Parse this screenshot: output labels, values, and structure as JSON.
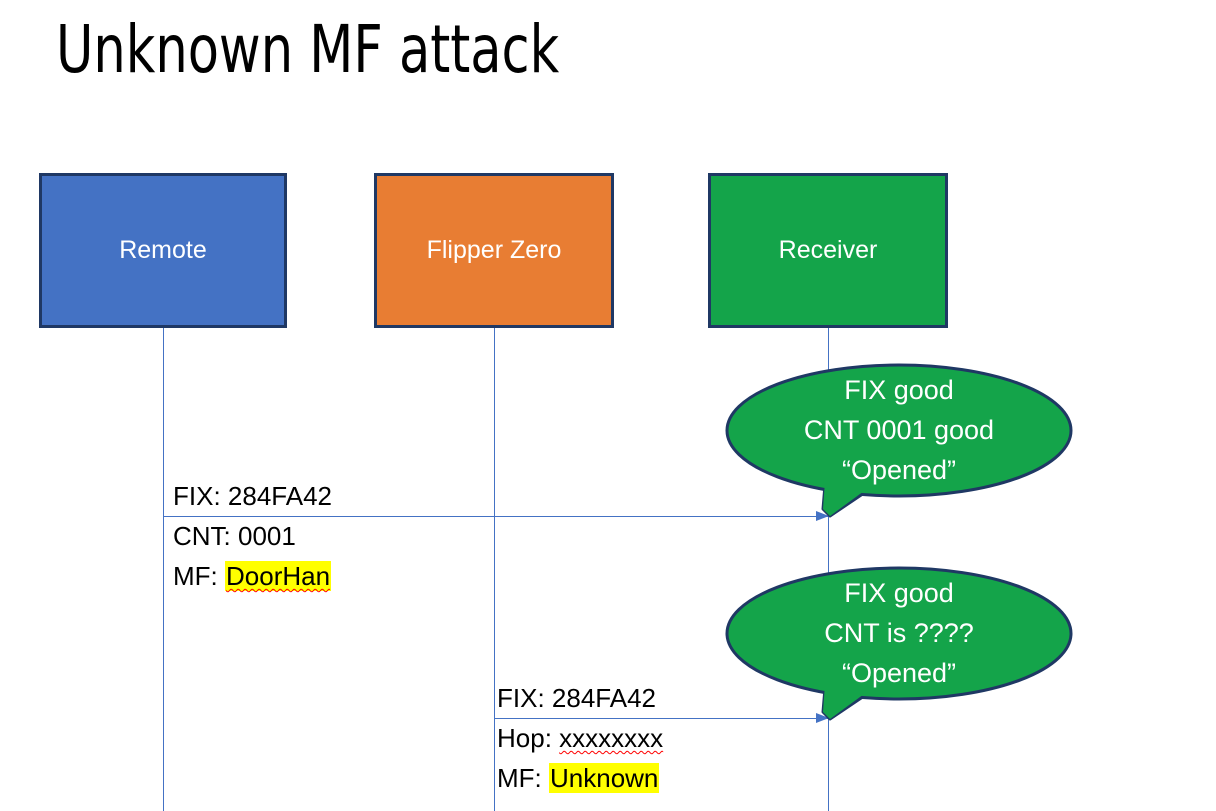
{
  "slide": {
    "title": "Unknown MF attack",
    "background": "#FFFFFF"
  },
  "colors": {
    "remote_fill": "#4472C4",
    "flipper_fill": "#E87D33",
    "receiver_fill": "#14A44A",
    "box_border": "#1F3864",
    "lifeline": "#4472C4",
    "arrow": "#4472C4",
    "callout_fill": "#14A44A",
    "callout_border": "#1F3864",
    "highlight": "#FFFF00",
    "spellcheck_underline": "#FF0000",
    "text_dark": "#000000",
    "text_light": "#FFFFFF"
  },
  "actors": [
    {
      "id": "remote",
      "label": "Remote"
    },
    {
      "id": "flipper",
      "label": "Flipper Zero"
    },
    {
      "id": "receiver",
      "label": "Receiver"
    }
  ],
  "messages": [
    {
      "id": "message-1",
      "from": "remote",
      "to": "receiver",
      "lines": [
        {
          "prefix": "FIX: ",
          "value": "284FA42",
          "highlight": false,
          "spellcheck": false
        },
        {
          "prefix": "CNT: ",
          "value": "0001",
          "highlight": false,
          "spellcheck": false
        },
        {
          "prefix": "MF: ",
          "value": "DoorHan",
          "highlight": true,
          "spellcheck": true
        }
      ]
    },
    {
      "id": "message-2",
      "from": "flipper",
      "to": "receiver",
      "lines": [
        {
          "prefix": "FIX: ",
          "value": "284FA42",
          "highlight": false,
          "spellcheck": false
        },
        {
          "prefix": "Hop: ",
          "value": "xxxxxxxx",
          "highlight": false,
          "spellcheck": true
        },
        {
          "prefix": "MF: ",
          "value": "Unknown",
          "highlight": true,
          "spellcheck": false
        }
      ]
    }
  ],
  "callouts": [
    {
      "id": "callout-1",
      "line1": "FIX good",
      "line2": "CNT 0001 good",
      "line3": "“Opened”"
    },
    {
      "id": "callout-2",
      "line1": "FIX good",
      "line2": "CNT is ????",
      "line3": "“Opened”"
    }
  ]
}
